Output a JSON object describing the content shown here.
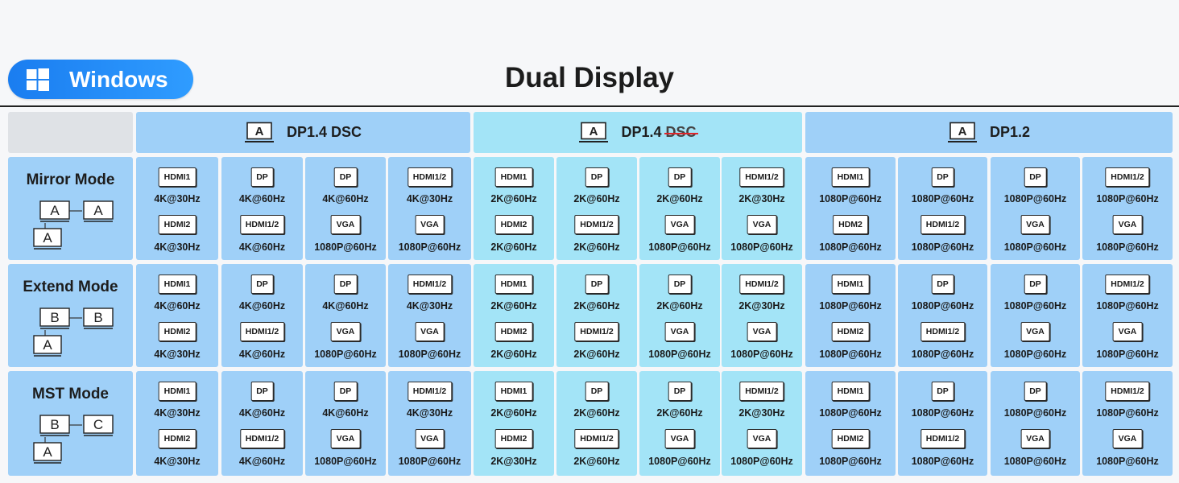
{
  "badge": {
    "label": "Windows",
    "icon": "windows-logo-icon"
  },
  "title": "Dual Display",
  "columns": [
    {
      "label": "DP1.4 DSC",
      "icon_letter": "A",
      "struck": ""
    },
    {
      "label": "DP1.4",
      "icon_letter": "A",
      "struck": "DSC"
    },
    {
      "label": "DP1.2",
      "icon_letter": "A",
      "struck": ""
    }
  ],
  "rows": [
    {
      "label": "Mirror Mode",
      "diagram": [
        "A",
        "A",
        "A"
      ]
    },
    {
      "label": "Extend Mode",
      "diagram": [
        "B",
        "B",
        "A"
      ]
    },
    {
      "label": "MST Mode",
      "diagram": [
        "B",
        "C",
        "A"
      ]
    }
  ],
  "cells": [
    [
      [
        [
          "HDMI1",
          "4K@30Hz",
          "HDMI2",
          "4K@30Hz"
        ],
        [
          "DP",
          "4K@60Hz",
          "HDMI1/2",
          "4K@60Hz"
        ],
        [
          "DP",
          "4K@60Hz",
          "VGA",
          "1080P@60Hz"
        ],
        [
          "HDMI1/2",
          "4K@30Hz",
          "VGA",
          "1080P@60Hz"
        ]
      ],
      [
        [
          "HDMI1",
          "2K@60Hz",
          "HDMI2",
          "2K@60Hz"
        ],
        [
          "DP",
          "2K@60Hz",
          "HDMI1/2",
          "2K@60Hz"
        ],
        [
          "DP",
          "2K@60Hz",
          "VGA",
          "1080P@60Hz"
        ],
        [
          "HDMI1/2",
          "2K@30Hz",
          "VGA",
          "1080P@60Hz"
        ]
      ],
      [
        [
          "HDMI1",
          "1080P@60Hz",
          "HDM2",
          "1080P@60Hz"
        ],
        [
          "DP",
          "1080P@60Hz",
          "HDMI1/2",
          "1080P@60Hz"
        ],
        [
          "DP",
          "1080P@60Hz",
          "VGA",
          "1080P@60Hz"
        ],
        [
          "HDMI1/2",
          "1080P@60Hz",
          "VGA",
          "1080P@60Hz"
        ]
      ]
    ],
    [
      [
        [
          "HDMI1",
          "4K@60Hz",
          "HDMI2",
          "4K@30Hz"
        ],
        [
          "DP",
          "4K@60Hz",
          "HDMI1/2",
          "4K@60Hz"
        ],
        [
          "DP",
          "4K@60Hz",
          "VGA",
          "1080P@60Hz"
        ],
        [
          "HDMI1/2",
          "4K@30Hz",
          "VGA",
          "1080P@60Hz"
        ]
      ],
      [
        [
          "HDMI1",
          "2K@60Hz",
          "HDMI2",
          "2K@60Hz"
        ],
        [
          "DP",
          "2K@60Hz",
          "HDMI1/2",
          "2K@60Hz"
        ],
        [
          "DP",
          "2K@60Hz",
          "VGA",
          "1080P@60Hz"
        ],
        [
          "HDMI1/2",
          "2K@30Hz",
          "VGA",
          "1080P@60Hz"
        ]
      ],
      [
        [
          "HDMI1",
          "1080P@60Hz",
          "HDMI2",
          "1080P@60Hz"
        ],
        [
          "DP",
          "1080P@60Hz",
          "HDMI1/2",
          "1080P@60Hz"
        ],
        [
          "DP",
          "1080P@60Hz",
          "VGA",
          "1080P@60Hz"
        ],
        [
          "HDMI1/2",
          "1080P@60Hz",
          "VGA",
          "1080P@60Hz"
        ]
      ]
    ],
    [
      [
        [
          "HDMI1",
          "4K@30Hz",
          "HDMI2",
          "4K@30Hz"
        ],
        [
          "DP",
          "4K@60Hz",
          "HDMI1/2",
          "4K@60Hz"
        ],
        [
          "DP",
          "4K@60Hz",
          "VGA",
          "1080P@60Hz"
        ],
        [
          "HDMI1/2",
          "4K@30Hz",
          "VGA",
          "1080P@60Hz"
        ]
      ],
      [
        [
          "HDMI1",
          "2K@60Hz",
          "HDMI2",
          "2K@30Hz"
        ],
        [
          "DP",
          "2K@60Hz",
          "HDMI1/2",
          "2K@60Hz"
        ],
        [
          "DP",
          "2K@60Hz",
          "VGA",
          "1080P@60Hz"
        ],
        [
          "HDMI1/2",
          "2K@30Hz",
          "VGA",
          "1080P@60Hz"
        ]
      ],
      [
        [
          "HDMI1",
          "1080P@60Hz",
          "HDMI2",
          "1080P@60Hz"
        ],
        [
          "DP",
          "1080P@60Hz",
          "HDMI1/2",
          "1080P@60Hz"
        ],
        [
          "DP",
          "1080P@60Hz",
          "VGA",
          "1080P@60Hz"
        ],
        [
          "HDMI1/2",
          "1080P@60Hz",
          "VGA",
          "1080P@60Hz"
        ]
      ]
    ]
  ],
  "colors": {
    "group1": "#9fd0f8",
    "group2": "#a3e4f7",
    "group3": "#9fd0f8",
    "badge": "#1a7df0",
    "corner": "#dfe2e6"
  }
}
